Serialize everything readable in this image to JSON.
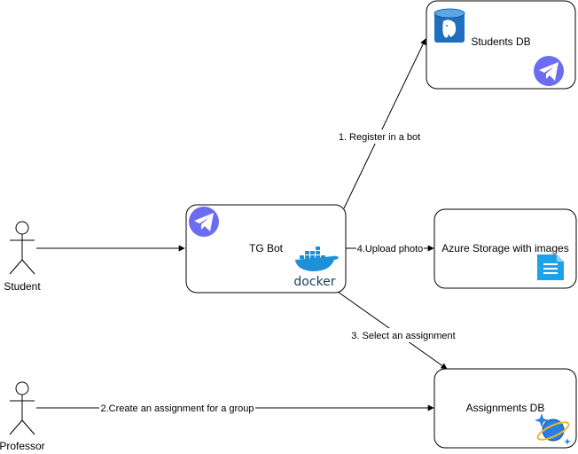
{
  "actors": {
    "student": "Student",
    "professor": "Professor"
  },
  "nodes": {
    "tg_bot": "TG Bot",
    "students_db": "Students DB",
    "azure_storage": "Azure Storage with images",
    "assignments_db": "Assignments DB"
  },
  "edges": {
    "register": "1. Register in a bot",
    "create_assignment": "2.Create an assignment for a group",
    "select_assignment": "3. Select an assignment",
    "upload_photo": "4.Upload photo"
  },
  "icons": {
    "tg_bot": [
      "telegram-icon",
      "docker-icon"
    ],
    "students_db": [
      "postgresql-database-icon",
      "telegram-icon"
    ],
    "azure_storage": [
      "azure-storage-file-icon"
    ],
    "assignments_db": [
      "azure-cosmos-db-icon"
    ]
  },
  "docker_wordmark": "docker",
  "colors": {
    "telegram": "#6c6cf0",
    "docker": "#1d91d8",
    "postgres_db": "#1f6fbf",
    "storage": "#1aa3e8",
    "cosmos": "#2a7de1"
  }
}
